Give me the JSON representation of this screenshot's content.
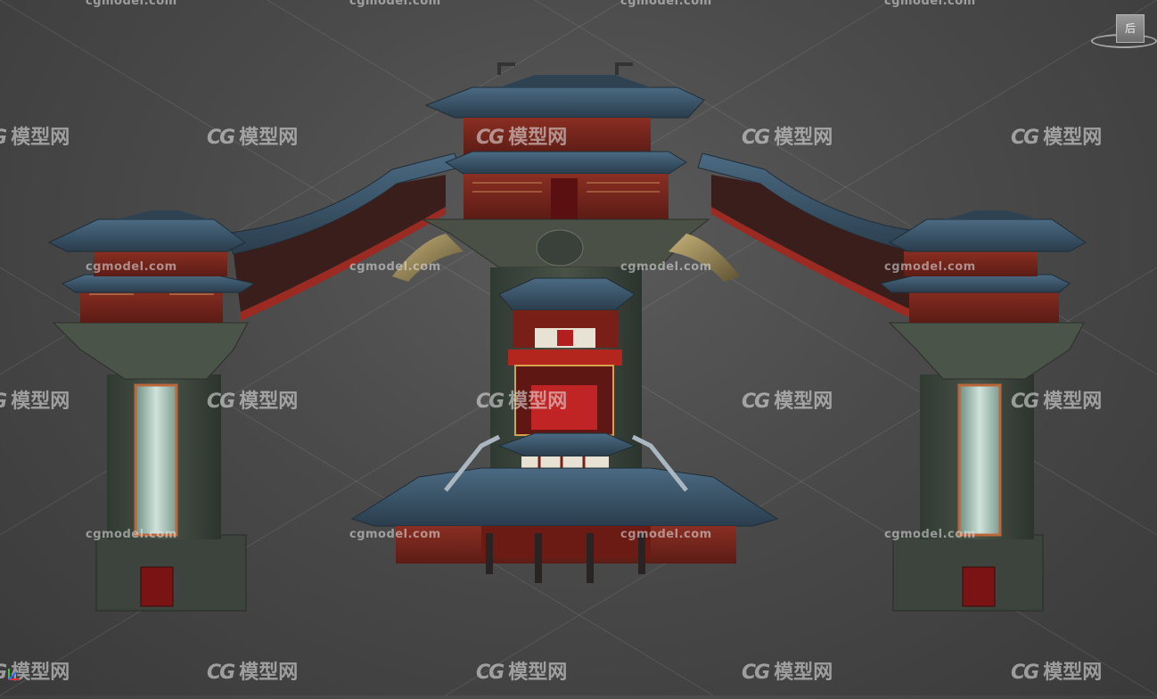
{
  "watermarks": {
    "url": "cgmodel.com",
    "brand_logo": "CG",
    "brand_text": "模型网"
  },
  "viewcube": {
    "face_label": "后"
  },
  "scene": {
    "subject": "pagoda-gate-3d-model"
  }
}
